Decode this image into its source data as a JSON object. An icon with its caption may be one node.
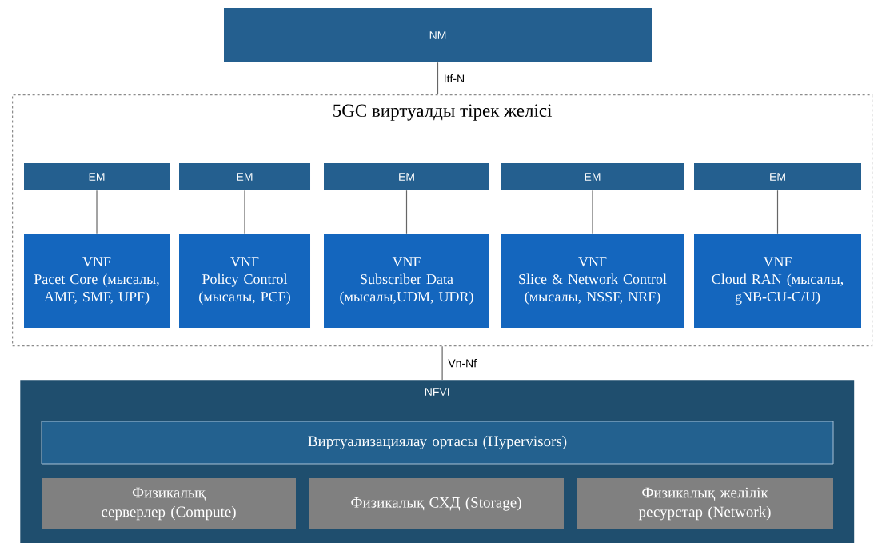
{
  "diagram": {
    "nodes": [
      {
        "text": [
          "NM"
        ]
      },
      {
        "text": [
          "5GC виртуалды тірек желісі"
        ]
      },
      {
        "text": [
          "EM"
        ],
        "in": 1
      },
      {
        "text": [
          "EM"
        ],
        "in": 1
      },
      {
        "text": [
          "EM"
        ],
        "in": 1
      },
      {
        "text": [
          "EM"
        ],
        "in": 1
      },
      {
        "text": [
          "EM"
        ],
        "in": 1
      },
      {
        "text": [
          "VNF",
          "Pacet Core (мысалы, AMF, SMF, UPF)"
        ],
        "in": 1
      },
      {
        "text": [
          "VNF",
          "Policy Control (мысалы, PCF)"
        ],
        "in": 1
      },
      {
        "text": [
          "VNF",
          "Subscriber Data (мысалы,UDM, UDR)"
        ],
        "in": 1
      },
      {
        "text": [
          "VNF",
          "Slice & Network Control (мысалы, NSSF, NRF)"
        ],
        "in": 1
      },
      {
        "text": [
          "VNF",
          "Cloud RAN (мысалы, gNB-CU-C/U)"
        ],
        "in": 1
      },
      {
        "text": [
          "NFVI"
        ]
      },
      {
        "text": [
          "Виртуализациялау ортасы (Hypervisors)"
        ],
        "in": 12
      },
      {
        "text": [
          "Физикалық серверлер (Compute)"
        ],
        "in": 12
      },
      {
        "text": [
          "Физикалық СХД (Storage)"
        ],
        "in": 12
      },
      {
        "text": [
          "Физикалық желілік ресурстар (Network)"
        ],
        "in": 12
      }
    ],
    "edges": [
      {
        "from": 0,
        "to": 1,
        "arrow": "none",
        "label": "Itf-N"
      },
      {
        "from": 2,
        "to": 7,
        "arrow": "none"
      },
      {
        "from": 3,
        "to": 8,
        "arrow": "none"
      },
      {
        "from": 4,
        "to": 9,
        "arrow": "none"
      },
      {
        "from": 5,
        "to": 10,
        "arrow": "none"
      },
      {
        "from": 6,
        "to": 11,
        "arrow": "none"
      },
      {
        "from": 1,
        "to": 12,
        "arrow": "none",
        "label": "Vn-Nf"
      }
    ]
  }
}
